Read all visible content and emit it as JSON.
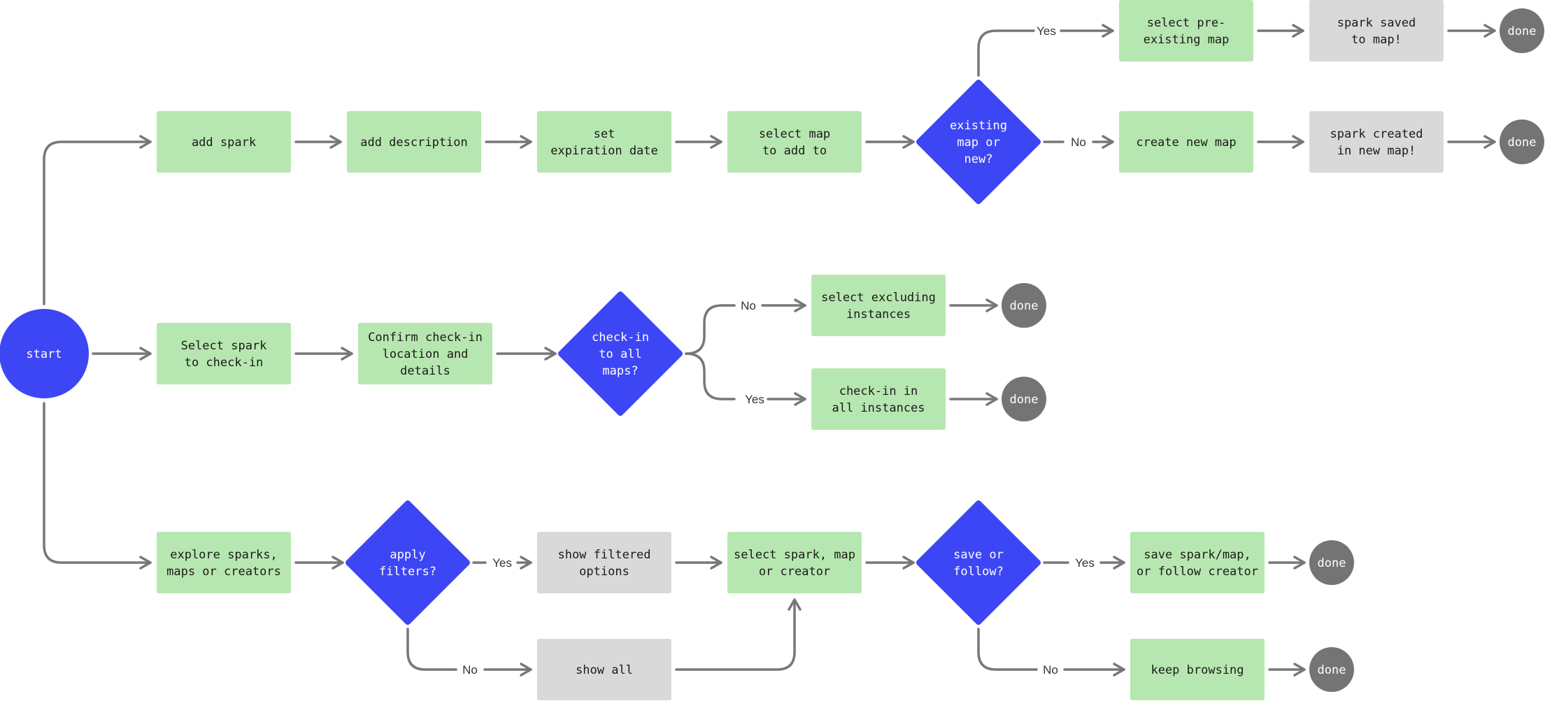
{
  "colors": {
    "process": "#b7e7b0",
    "info": "#d9d9d9",
    "decision": "#3d46f5",
    "start": "#3d46f5",
    "end": "#747474",
    "edge": "#777777"
  },
  "nodes": {
    "start": "start",
    "add_spark": "add spark",
    "add_description": "add description",
    "set_expiration": "set\nexpiration date",
    "select_map": "select map\nto add to",
    "existing_or_new": "existing\nmap or\nnew?",
    "select_preexisting": "select pre-\nexisting map",
    "create_new_map": "create new map",
    "spark_saved": "spark saved\nto map!",
    "spark_created": "spark created\nin new map!",
    "done_1": "done",
    "done_2": "done",
    "select_spark_checkin": "Select spark\nto check-in",
    "confirm_checkin": "Confirm check-in\nlocation and\ndetails",
    "checkin_all": "check-in\nto all\nmaps?",
    "select_excluding": "select excluding\ninstances",
    "checkin_all_instances": "check-in in\nall instances",
    "done_3": "done",
    "done_4": "done",
    "explore": "explore sparks,\nmaps or creators",
    "apply_filters": "apply\nfilters?",
    "show_filtered": "show filtered\noptions",
    "show_all": "show all",
    "select_spark_map": "select spark, map\nor creator",
    "save_or_follow": "save or\nfollow?",
    "save_spark_map": "save spark/map,\nor follow creator",
    "keep_browsing": "keep browsing",
    "done_5": "done",
    "done_6": "done"
  },
  "edge_labels": {
    "existing_yes": "Yes",
    "existing_no": "No",
    "checkin_no": "No",
    "checkin_yes": "Yes",
    "filters_yes": "Yes",
    "filters_no": "No",
    "save_yes": "Yes",
    "save_no": "No"
  }
}
